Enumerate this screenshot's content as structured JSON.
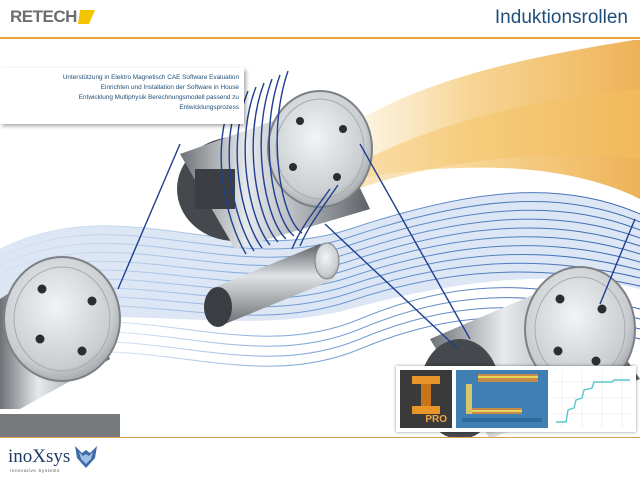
{
  "header": {
    "logo_text": "RETECH",
    "title": "Induktionsrollen"
  },
  "textbox": {
    "lines": [
      "Unterstützung  in Elektro Magnetisch CAE Software Evaluation",
      "Einrichten und Installation der Software in House",
      "Entwicklung Multiphysik Berechnungsmodell passend zu",
      "Entwicklungsprozess"
    ]
  },
  "software_panel": {
    "pro_label": "PRO"
  },
  "footer": {
    "logo_text": "inoXsys",
    "logo_subtitle": "Innovative Systems"
  },
  "colors": {
    "title_blue": "#1f4e79",
    "accent_orange": "#e8a33a",
    "wire_blue": "#1f3f8f"
  },
  "icons": {
    "retech_logo_mark": "yellow-parallelogram",
    "inoxsys_logo_mark": "blue-wolf-head",
    "pro_tile_mark": "orange-i-beam"
  }
}
